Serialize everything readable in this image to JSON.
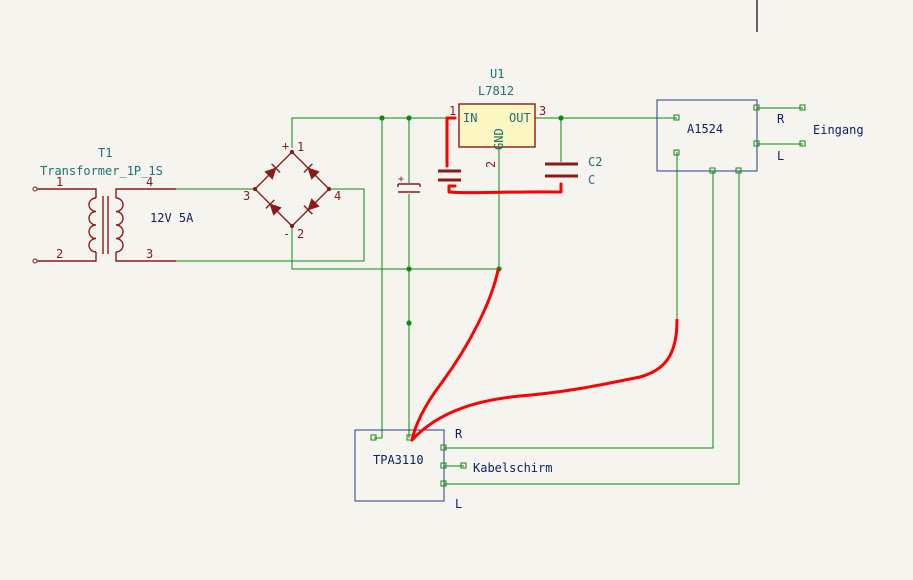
{
  "transformer": {
    "ref": "T1",
    "value": "Transformer_1P_1S",
    "rating": "12V 5A",
    "pins": [
      "1",
      "2",
      "4",
      "3"
    ]
  },
  "bridge": {
    "pins": [
      "1",
      "2",
      "3",
      "4"
    ],
    "plus": "+",
    "minus": "-"
  },
  "regulator": {
    "ref": "U1",
    "value": "L7812",
    "pin_in": "1",
    "pin_out": "3",
    "pin_gnd": "2",
    "label_in": "IN",
    "label_out": "OUT",
    "label_gnd": "GND"
  },
  "cap_reg": {
    "ref": "C2",
    "value": "C"
  },
  "cap_bulk": {
    "polarity": "+"
  },
  "a1524": {
    "name": "A1524",
    "r": "R",
    "l": "L",
    "eingang": "Eingang"
  },
  "tpa3110": {
    "name": "TPA3110",
    "r": "R",
    "l": "L",
    "shield": "Kabelschirm"
  }
}
